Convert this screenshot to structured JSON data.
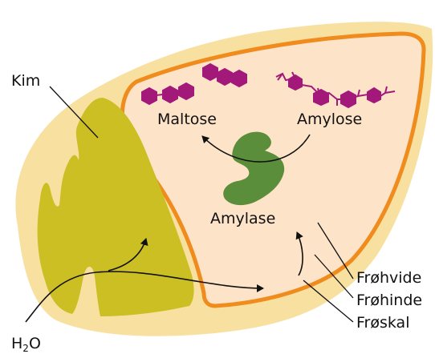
{
  "labels": {
    "kim": "Kim",
    "maltose": "Maltose",
    "amylose": "Amylose",
    "amylase": "Amylase",
    "frohvide": "Frøhvide",
    "frohinde": "Frøhinde",
    "froskal": "Frøskal",
    "water_h": "H",
    "water_sub": "2",
    "water_o": "O"
  },
  "colors": {
    "seed_coat": "#f8e1a0",
    "endosperm": "#fde3c8",
    "seed_membrane": "#f08c1e",
    "embryo": "#cbbf24",
    "enzyme": "#5a8e3a",
    "sugar_unit": "#a3197a",
    "line": "#111111"
  },
  "icons": {
    "amylase_enzyme": "enzyme-blob-icon",
    "glucose_unit": "hexagon-sugar-icon",
    "arrow": "curved-arrow-icon"
  }
}
